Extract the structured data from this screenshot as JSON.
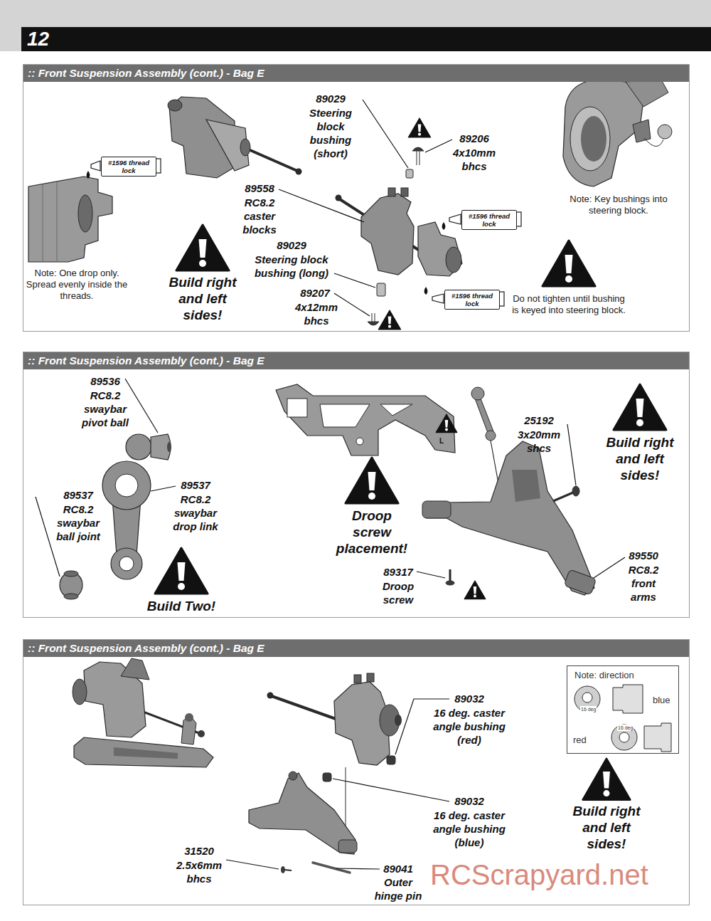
{
  "diagram": {
    "nodes": [
      {
        "text": [
          "12"
        ]
      },
      {
        "text": [
          ":: Front Suspension Assembly (cont.) - Bag E"
        ]
      },
      {
        "text": [
          "#1596 thread lock"
        ],
        "in": 1
      },
      {
        "text": [
          "#1596 thread lock"
        ],
        "in": 1
      },
      {
        "text": [
          "#1596 thread lock"
        ],
        "in": 1
      },
      {
        "text": [
          ":: Front Suspension Assembly (cont.) - Bag E"
        ]
      },
      {
        "text": [
          ":: Front Suspension Assembly (cont.) - Bag E"
        ]
      },
      {
        "text": [
          "Note: direction",
          "16 deg",
          "blue",
          "red",
          "16 deg"
        ],
        "in": 6
      }
    ],
    "labels": [
      "89029",
      "Steering block bushing (short)",
      "89206",
      "4x10mm bhcs",
      "89558",
      "RC8.2 caster blocks",
      "89029",
      "Steering block bushing (long)",
      "89207",
      "4x12mm bhcs",
      "Note: One drop only. Spread evenly inside the threads.",
      "Build right and left sides!",
      "Note: Key bushings into steering block.",
      "Do not tighten until bushing is keyed into steering block.",
      "89536",
      "RC8.2 swaybar pivot ball",
      "89537",
      "RC8.2 swaybar ball joint",
      "89537",
      "RC8.2 swaybar drop link",
      "Build Two!",
      "Droop screw placement!",
      "L",
      "25192",
      "3x20mm shcs",
      "Build right and left sides!",
      "89317",
      "Droop screw",
      "89550",
      "RC8.2 front arms",
      "89032",
      "16 deg. caster angle bushing (red)",
      "89032",
      "16 deg. caster angle bushing (blue)",
      "31520",
      "2.5x6mm bhcs",
      "89041",
      "Outer hinge pin",
      "Build right and left sides!",
      "RCScrapyard.net"
    ]
  }
}
